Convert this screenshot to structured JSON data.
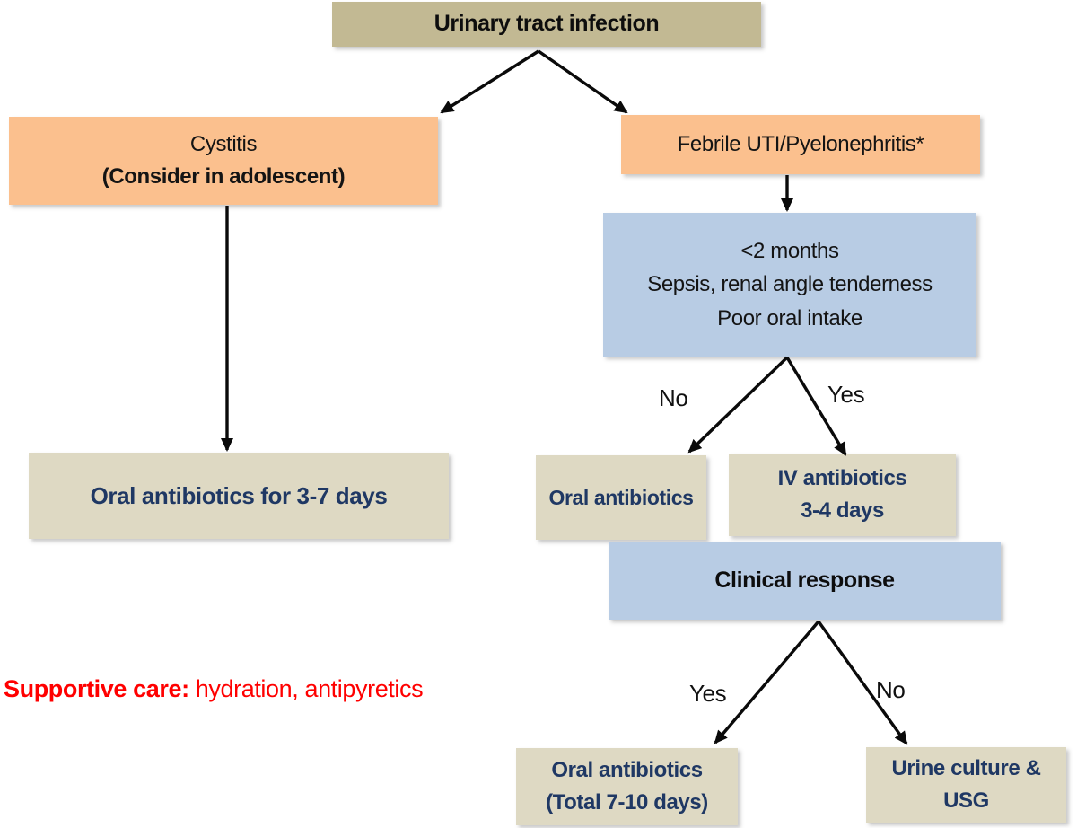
{
  "diagram": {
    "type": "flowchart",
    "topic": "Urinary tract infection management",
    "colors": {
      "olive_box": "#c2b993",
      "orange_box": "#fbc08e",
      "blue_box": "#b8cce4",
      "tan_box": "#ded9c3",
      "navy_text": "#1f3864",
      "red_text": "#ff0000",
      "arrow": "#0a0a0a"
    },
    "nodes": {
      "uti": {
        "label": "Urinary tract infection"
      },
      "cystitis": {
        "lines": [
          "Cystitis",
          "(Consider in adolescent)"
        ]
      },
      "febrile": {
        "label": "Febrile UTI/Pyelonephritis*"
      },
      "criteria": {
        "lines": [
          "<2 months",
          "Sepsis, renal angle tenderness",
          "Poor oral intake"
        ]
      },
      "oral_3_7": {
        "label": "Oral antibiotics for 3-7 days"
      },
      "oral_abx": {
        "label": "Oral antibiotics"
      },
      "iv_abx": {
        "lines": [
          "IV antibiotics",
          "3-4 days"
        ]
      },
      "clinical_response": {
        "label": "Clinical response"
      },
      "oral_total": {
        "lines": [
          "Oral antibiotics",
          "(Total 7-10 days)"
        ]
      },
      "urine_culture": {
        "lines": [
          "Urine culture &",
          "USG"
        ]
      }
    },
    "edge_labels": {
      "criteria_no": "No",
      "criteria_yes": "Yes",
      "response_yes": "Yes",
      "response_no": "No"
    },
    "note": {
      "bold": "Supportive care:",
      "rest": " hydration, antipyretics"
    }
  }
}
